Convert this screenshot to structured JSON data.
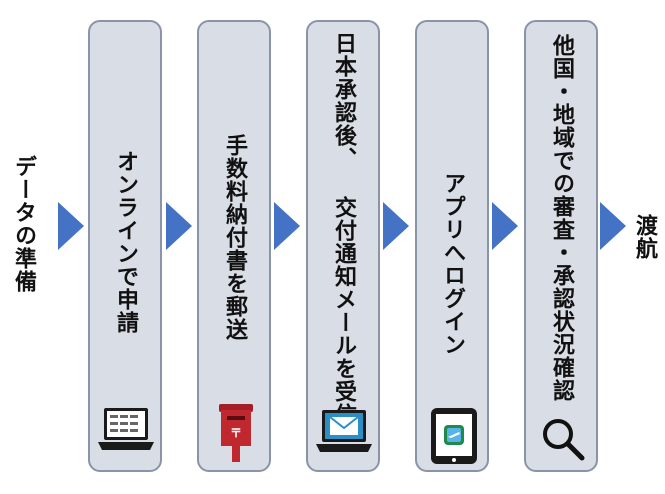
{
  "start_label": "データの準備",
  "end_label": "渡航",
  "steps": [
    {
      "label": "オンラインで申請",
      "icon": "laptop-form-icon"
    },
    {
      "label": "手数料納付書を郵送",
      "icon": "mailbox-icon"
    },
    {
      "label": "日本承認後、 交付通知メールを受信",
      "icon": "laptop-mail-icon"
    },
    {
      "label": "アプリへログイン",
      "icon": "tablet-app-icon"
    },
    {
      "label": "他国・地域での審査・承認状況確認",
      "icon": "magnifier-icon"
    }
  ],
  "colors": {
    "panel": "#d9dde6",
    "panel_border": "#8a94a8",
    "arrow": "#4472c4",
    "mailbox": "#c0282f"
  }
}
